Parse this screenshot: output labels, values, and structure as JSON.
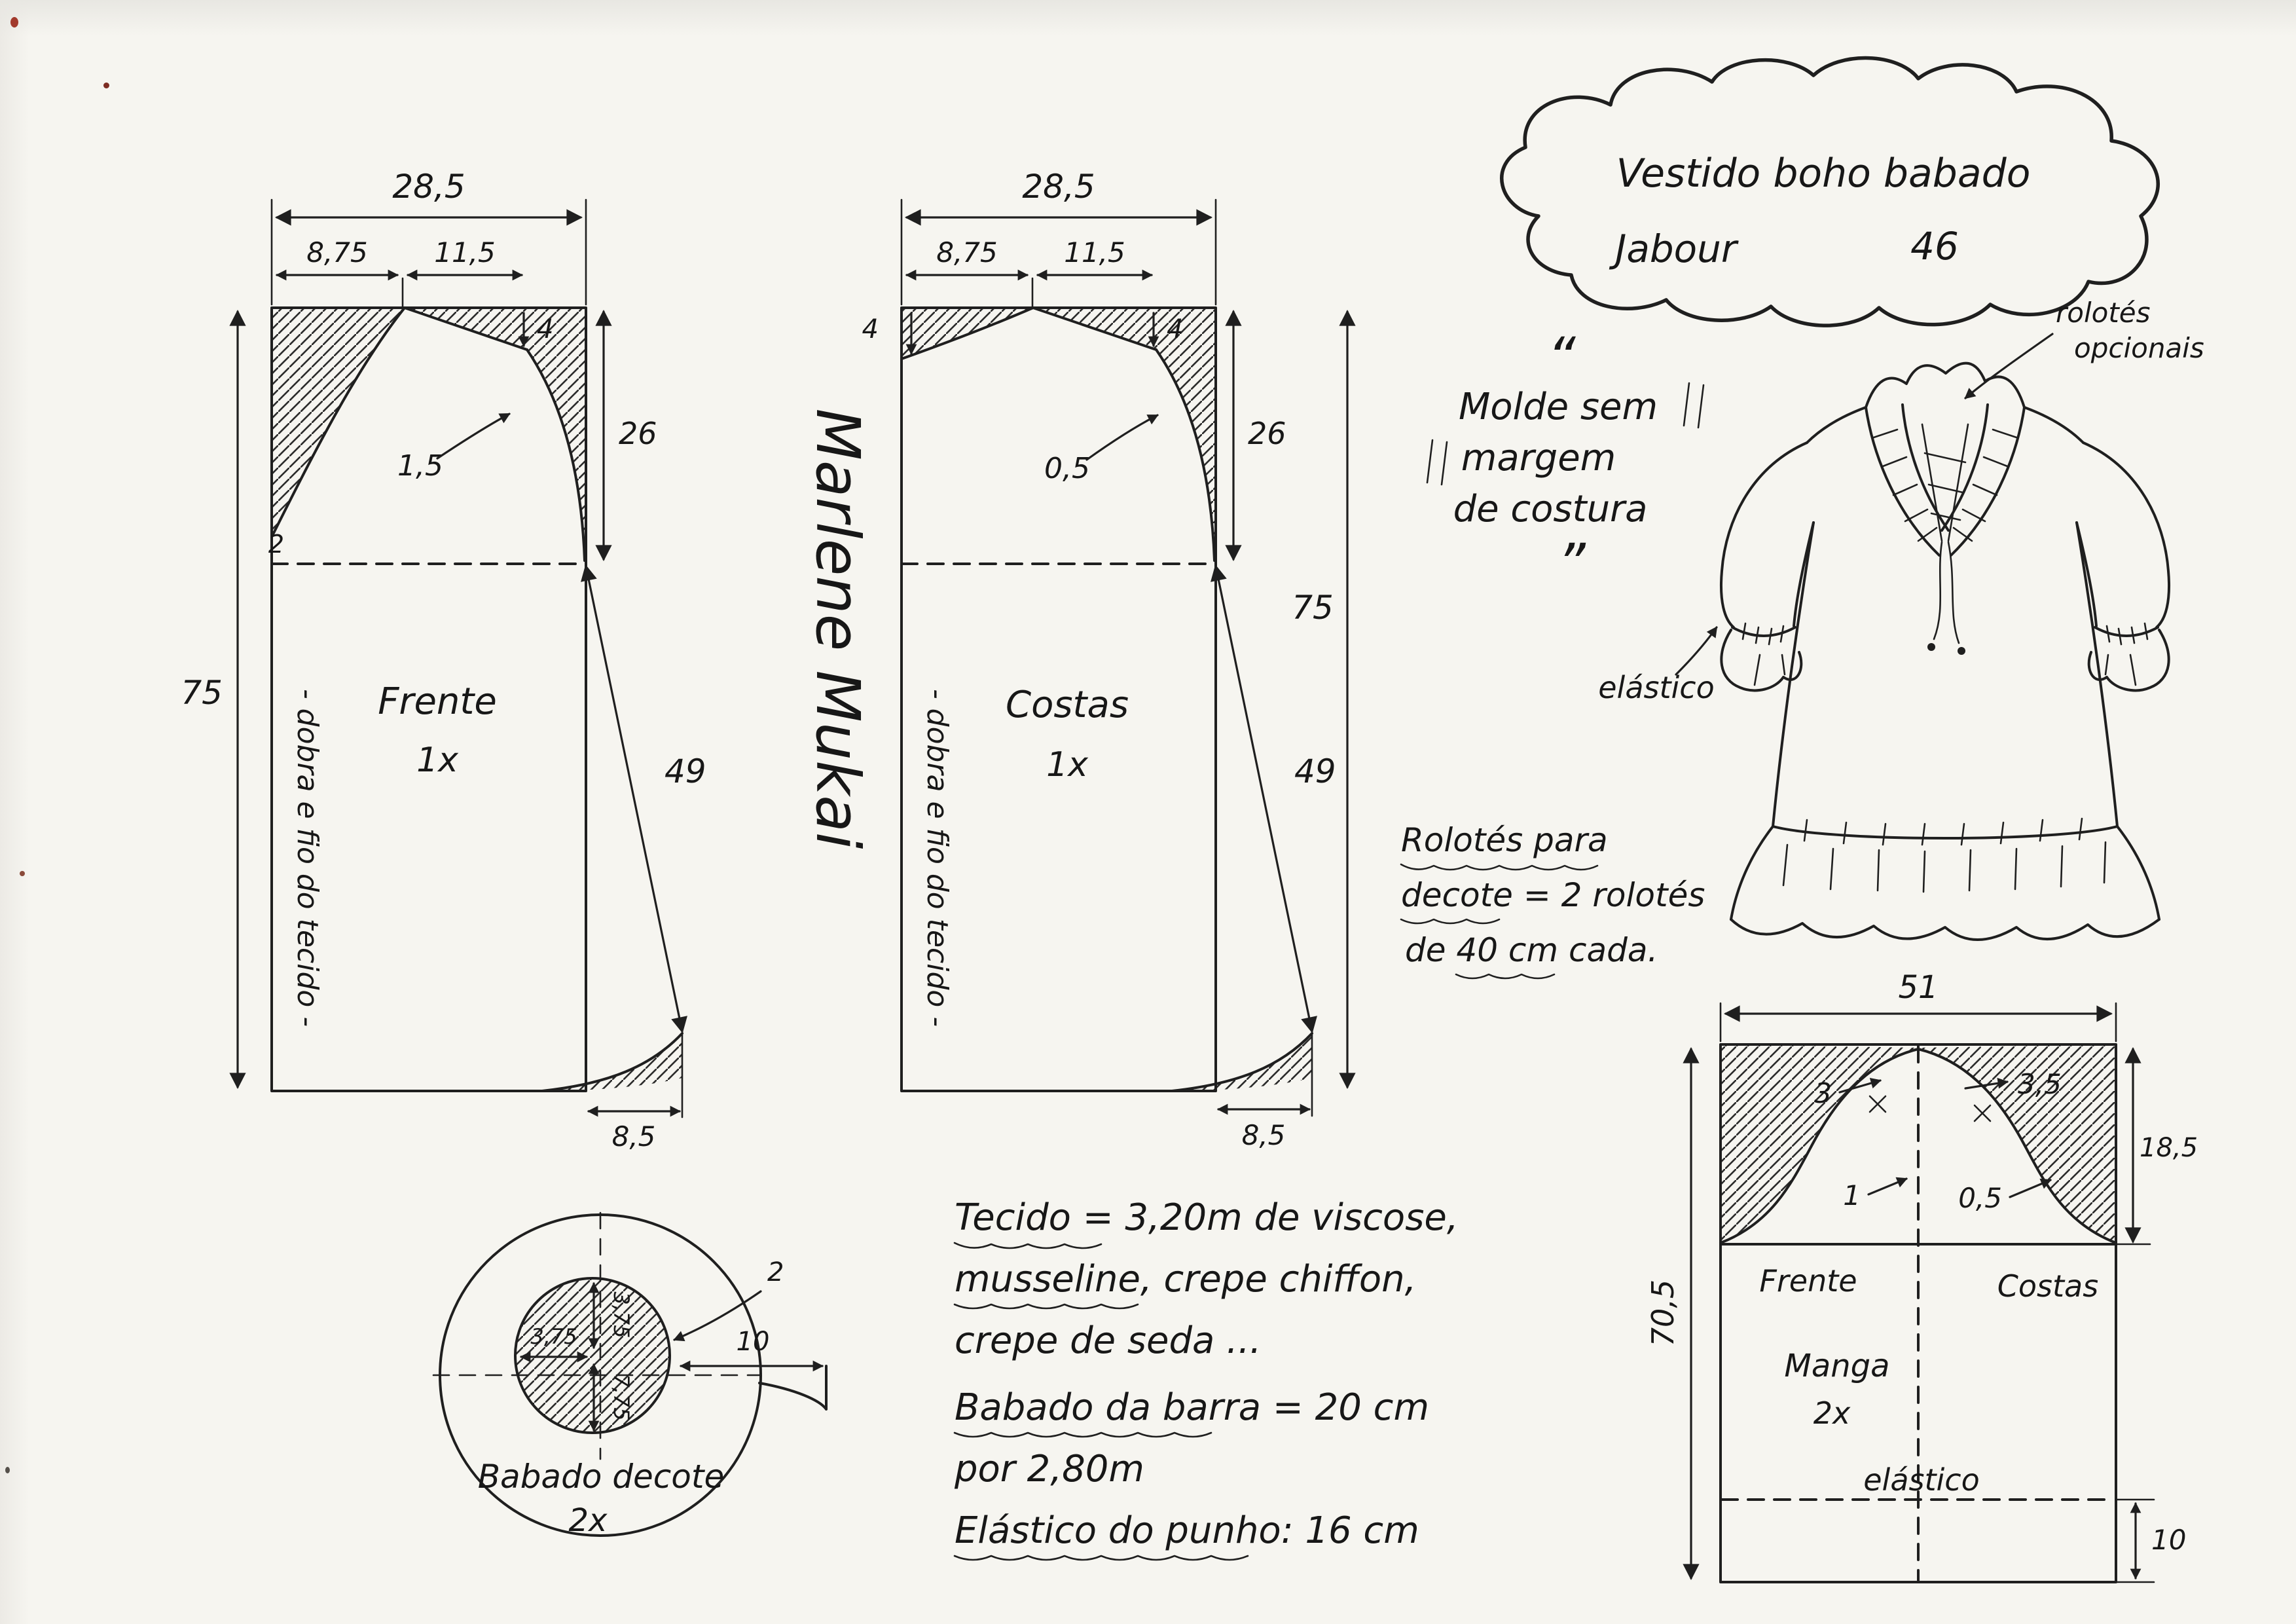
{
  "page": {
    "background": "#f6f5f0",
    "ink": "#1c1c1c"
  },
  "title_cloud": {
    "line1": "Vestido boho babado",
    "line2": "Jabour",
    "size": "46"
  },
  "seam_note": {
    "open_quote": "“",
    "line1": "Molde sem",
    "line2": "margem",
    "line3": "de costura",
    "close_quote": "”"
  },
  "signature": {
    "name": "Marlene Mukai"
  },
  "front_piece": {
    "label": "Frente",
    "quantity": "1x",
    "grain_line": "- dobra e fio do tecido -",
    "top_width": "28,5",
    "neck_width": "8,75",
    "shoulder_width": "11,5",
    "shoulder_drop": "4",
    "armhole_depth": "26",
    "length": "75",
    "side_seam": "49",
    "hem_flare": "8,5",
    "armhole_curve": "1,5",
    "neck_edge": "2"
  },
  "back_piece": {
    "label": "Costas",
    "quantity": "1x",
    "grain_line": "- dobra e fio do tecido -",
    "top_width": "28,5",
    "neck_width": "8,75",
    "shoulder_width": "11,5",
    "neck_drop": "4",
    "shoulder_drop": "4",
    "armhole_depth": "26",
    "length": "75",
    "side_seam": "49",
    "hem_flare": "8,5",
    "armhole_curve": "0,5"
  },
  "dress_sketch": {
    "rolotes_label_1": "rolotés",
    "rolotes_label_2": "opcionais",
    "elastic_label": "elástico"
  },
  "rolotes_note": {
    "line1": "Rolotés para",
    "line2": "decote = 2 rolotés",
    "line3": "de 40 cm  cada."
  },
  "neck_ruffle": {
    "label": "Babado decote",
    "quantity": "2x",
    "inner_width": "3,75",
    "upper_radius": "3,75",
    "lower_radius": "7,75",
    "opening": "10",
    "seam": "2"
  },
  "fabric_notes": {
    "line1": "Tecido = 3,20m de viscose,",
    "line2": "musseline, crepe chiffon,",
    "line3": "crepe de seda ...",
    "line4": "Babado da barra = 20 cm",
    "line5": "por 2,80m",
    "line6": "Elástico do punho: 16 cm"
  },
  "sleeve_piece": {
    "label": "Manga",
    "quantity": "2x",
    "top_width": "51",
    "cap_left": "3",
    "cap_right": "3,5",
    "cap_height": "18,5",
    "ease_left": "1",
    "ease_right": "0,5",
    "length": "70,5",
    "front_label": "Frente",
    "back_label": "Costas",
    "elastic_label": "elástico",
    "hem_height": "10"
  }
}
